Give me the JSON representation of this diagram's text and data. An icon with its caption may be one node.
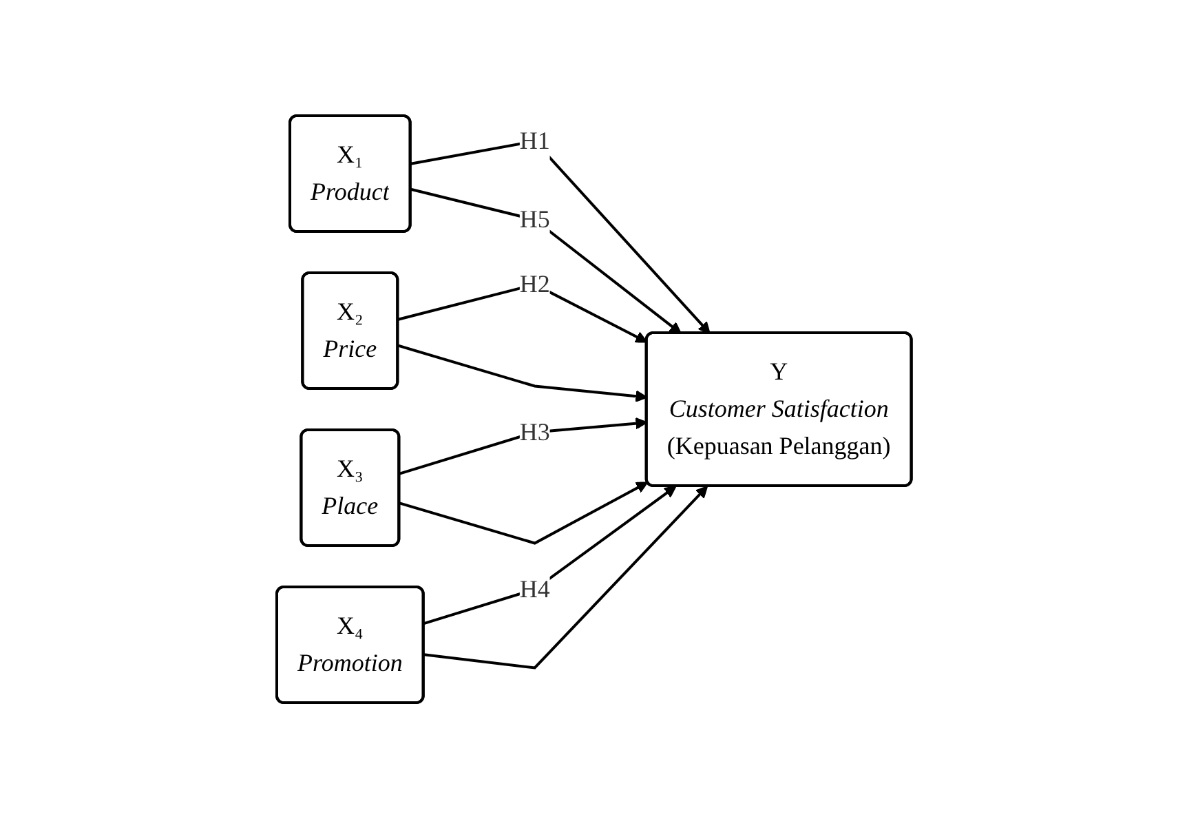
{
  "diagram": {
    "nodes": [
      {
        "text": [
          "X₁",
          "Product"
        ]
      },
      {
        "text": [
          "X₂",
          "Price"
        ]
      },
      {
        "text": [
          "X₃",
          "Place"
        ]
      },
      {
        "text": [
          "X₄",
          "Promotion"
        ]
      },
      {
        "text": [
          "Y",
          "Customer Satisfaction",
          "(Kepuasan Pelanggan)"
        ]
      }
    ],
    "edges": [
      {
        "from": 0,
        "to": 4,
        "arrow": "to",
        "label": "H1"
      },
      {
        "from": 1,
        "to": 4,
        "arrow": "to",
        "label": "H2"
      },
      {
        "from": 2,
        "to": 4,
        "arrow": "to",
        "label": "H3"
      },
      {
        "from": 3,
        "to": 4,
        "arrow": "to",
        "label": "H4"
      },
      {
        "from": 0,
        "to": 4,
        "arrow": "to",
        "label": "H5"
      },
      {
        "from": 1,
        "to": 4,
        "arrow": "to"
      },
      {
        "from": 2,
        "to": 4,
        "arrow": "to"
      },
      {
        "from": 3,
        "to": 4,
        "arrow": "to"
      }
    ]
  }
}
